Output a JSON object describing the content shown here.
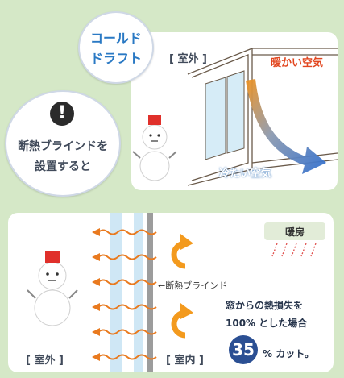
{
  "top": {
    "bubble_title_line1": "コールド",
    "bubble_title_line2": "ドラフト",
    "bubble2_line1": "断熱ブラインドを",
    "bubble2_line2": "設置すると",
    "label_outside": "[ 室外 ]",
    "label_warm": "暖かい空気",
    "label_cold": "冷たい空気"
  },
  "bottom": {
    "label_outside": "[ 室外 ]",
    "label_inside": "[ 室内 ]",
    "heater_label": "暖房",
    "blind_label": "←断熱ブラインド",
    "note_line1": "窓からの熱損失を",
    "note_line2": "100% とした場合",
    "cut_value": "35",
    "cut_suffix": "% カット。"
  },
  "colors": {
    "background": "#d5e8c7",
    "warm": "#e66a2c",
    "cold": "#2d6fb7",
    "hat": "#e0302b"
  }
}
